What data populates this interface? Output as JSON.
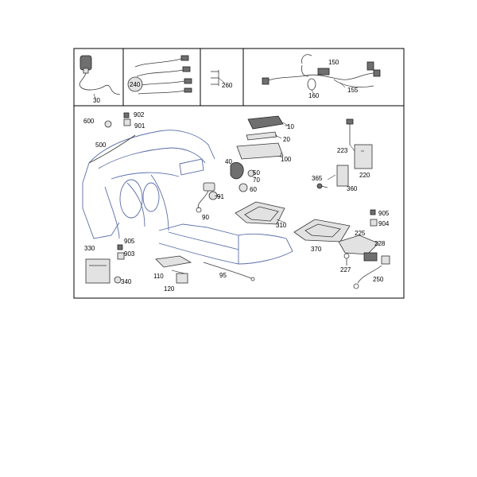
{
  "callouts": [
    {
      "id": "c30",
      "text": "30"
    },
    {
      "id": "c240",
      "text": "240"
    },
    {
      "id": "c260",
      "text": "260"
    },
    {
      "id": "c150",
      "text": "150"
    },
    {
      "id": "c160",
      "text": "160"
    },
    {
      "id": "c155",
      "text": "155"
    },
    {
      "id": "c902",
      "text": "902"
    },
    {
      "id": "c600",
      "text": "600"
    },
    {
      "id": "c901",
      "text": "901"
    },
    {
      "id": "c500",
      "text": "500"
    },
    {
      "id": "c10",
      "text": "10"
    },
    {
      "id": "c20",
      "text": "20"
    },
    {
      "id": "c100",
      "text": "100"
    },
    {
      "id": "c40",
      "text": "40"
    },
    {
      "id": "c50",
      "text": "50"
    },
    {
      "id": "c70",
      "text": "70"
    },
    {
      "id": "c60",
      "text": "60"
    },
    {
      "id": "c91",
      "text": "91"
    },
    {
      "id": "c90",
      "text": "90"
    },
    {
      "id": "c223",
      "text": "223"
    },
    {
      "id": "c220",
      "text": "220"
    },
    {
      "id": "c365",
      "text": "365"
    },
    {
      "id": "c360",
      "text": "360"
    },
    {
      "id": "c905a",
      "text": "905"
    },
    {
      "id": "c904",
      "text": "904"
    },
    {
      "id": "c310",
      "text": "310"
    },
    {
      "id": "c225",
      "text": "225"
    },
    {
      "id": "c228",
      "text": "228"
    },
    {
      "id": "c370",
      "text": "370"
    },
    {
      "id": "c330",
      "text": "330"
    },
    {
      "id": "c905b",
      "text": "905"
    },
    {
      "id": "c903",
      "text": "903"
    },
    {
      "id": "c227",
      "text": "227"
    },
    {
      "id": "c250",
      "text": "250"
    },
    {
      "id": "c340",
      "text": "340"
    },
    {
      "id": "c110",
      "text": "110"
    },
    {
      "id": "c95",
      "text": "95"
    },
    {
      "id": "c120",
      "text": "120"
    }
  ]
}
